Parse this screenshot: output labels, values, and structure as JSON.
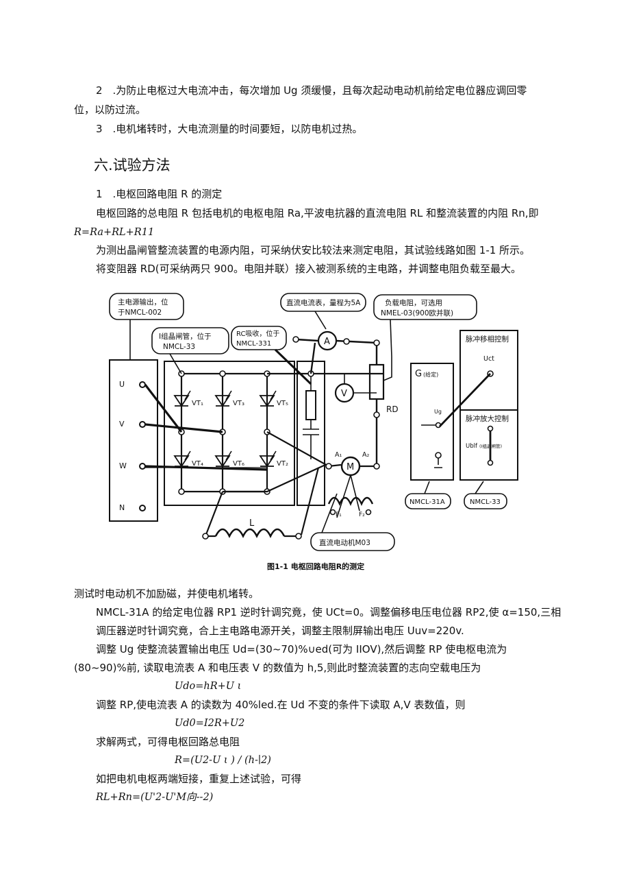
{
  "notes": {
    "n2_line1": "2　.为防止电枢过大电流冲击，每次增加 Ug 须缓慢，且每次起动电动机前给定电位器应调回零",
    "n2_line2": "位，以防过流。",
    "n3": "3　.电机堵转时，大电流测量的时间要短，以防电机过热。"
  },
  "section": {
    "title": "六.试验方法",
    "sub1": "1　.电枢回路电阻 R 的测定",
    "p1_line1": "电枢回路的总电阻 R 包括电机的电枢电阻 Ra,平波电抗器的直流电阻 RL 和整流装置的内阻 Rn,即",
    "p1_formula": "R=Ra+RL+R11",
    "p2": "为测出晶闸管整流装置的电源内阻，可采纳伏安比较法来测定电阻，其试验线路如图 1-1 所示。",
    "p3": "将变阻器 RD(可采纳两只 900。电阻并联）接入被测系统的主电路，并调整电阻负载至最大。"
  },
  "figure": {
    "caption": "图1-1  电枢回路电阻R的测定",
    "callout_power": [
      "主电源输出，位",
      "于NMCL-002"
    ],
    "callout_thyristor": [
      "Ⅰ组晶闸管，位于",
      "NMCL-33"
    ],
    "callout_rc": [
      "RC吸收，位于",
      "NMCL-331"
    ],
    "callout_ammeter": "直流电流表，量程为5A",
    "callout_load": [
      "负载电阻，可选用",
      "NMEL-03(900欧并联)"
    ],
    "callout_motor": "直流电动机M03",
    "terminals": [
      "U",
      "V",
      "W",
      "N"
    ],
    "thyristors": [
      "VT₁",
      "VT₃",
      "VT₅",
      "VT₄",
      "VT₆",
      "VT₂"
    ],
    "ammeter": "A",
    "voltmeter": "V",
    "motor": "M",
    "rd": "RD",
    "a1": "A₁",
    "a2": "A₂",
    "f1": "F₁",
    "f2": "F₂",
    "inductor": "L",
    "g_label": "G",
    "g_sub": "(给定)",
    "ug": "Ug",
    "pulse_shift": "脉冲移相控制",
    "uct": "Uct",
    "pulse_amp": "脉冲放大控制",
    "ublf": "Ublf",
    "ublf_sub": "(Ⅰ组晶闸管)",
    "nmcl31a": "NMCL-31A",
    "nmcl33": "NMCL-33"
  },
  "body": {
    "l1": "测试时电动机不加励磁，并使电机堵转。",
    "l2": "NMCL-31A 的给定电位器 RP1 逆时针调究竟，使 UCt=0。调整偏移电压电位器 RP2,使 α=150,三相",
    "l3": "调压器逆时针调究竟，合上主电路电源开关，调整主限制屏输出电压 Uuv=220v.",
    "l4": "调整 Ug 使整流装置输出电压 Ud=(30~70)%∪ed(可为 IIOV),然后调整 RP 使电枢电流为",
    "l5": "(80~90)%前, 读取电流表 A 和电压表 V 的数值为 h,5,则此时整流装置的志向空载电压为",
    "f1": "Udo=hR+U ι",
    "l6": "调整 RP,使电流表 A 的读数为 40%led.在 Ud 不变的条件下读取 A,V 表数值，则",
    "f2": "Ud0=I2R+U2",
    "l7": "求解两式，可得电枢回路总电阻",
    "f3": "R=(U2-U ι ) / (h-∣2)",
    "l8": "如把电机电枢两端短接，重复上述试验，可得",
    "f4": "RL+Rn=(U'2-U'M向--2)"
  }
}
